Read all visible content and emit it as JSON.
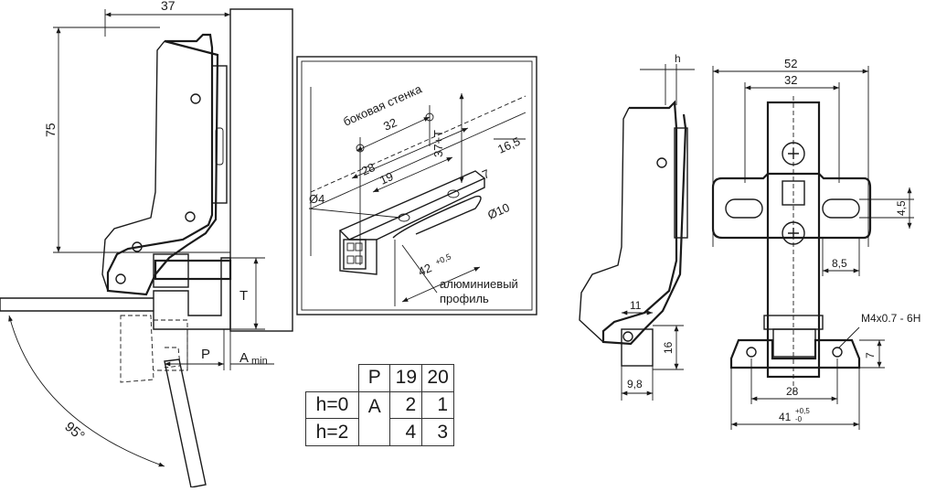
{
  "left_view": {
    "dim_width": "37",
    "dim_height": "75",
    "dim_t": "T",
    "dim_p": "P",
    "dim_a": "A",
    "dim_a_sub": "min",
    "angle": "95°"
  },
  "detail_view": {
    "label_side_wall": "боковая стенка",
    "dim_32": "32",
    "dim_37t": "37+T",
    "dim_165": "16,5",
    "dim_28": "28",
    "dim_19": "19",
    "dim_7": "7",
    "dim_d4": "Ø4",
    "dim_d10": "Ø10",
    "dim_42": "42",
    "dim_42_tol": "+0,5",
    "label_profile_1": "алюминиевый",
    "label_profile_2": "профиль"
  },
  "right_side_view": {
    "dim_h": "h",
    "dim_11": "11",
    "dim_16": "16",
    "dim_98": "9,8"
  },
  "front_view": {
    "dim_52": "52",
    "dim_32": "32",
    "dim_45": "4,5",
    "dim_85": "8,5",
    "thread": "M4x0.7 - 6H",
    "dim_7": "7",
    "dim_28": "28",
    "dim_41": "41",
    "dim_41_tol_up": "+0,5",
    "dim_41_tol_dn": "-0"
  },
  "table": {
    "header": [
      "P",
      "19",
      "20"
    ],
    "rows": [
      {
        "h": "h=0",
        "p": "A",
        "v19": "2",
        "v20": "1"
      },
      {
        "h": "h=2",
        "p": "",
        "v19": "4",
        "v20": "3"
      }
    ]
  }
}
